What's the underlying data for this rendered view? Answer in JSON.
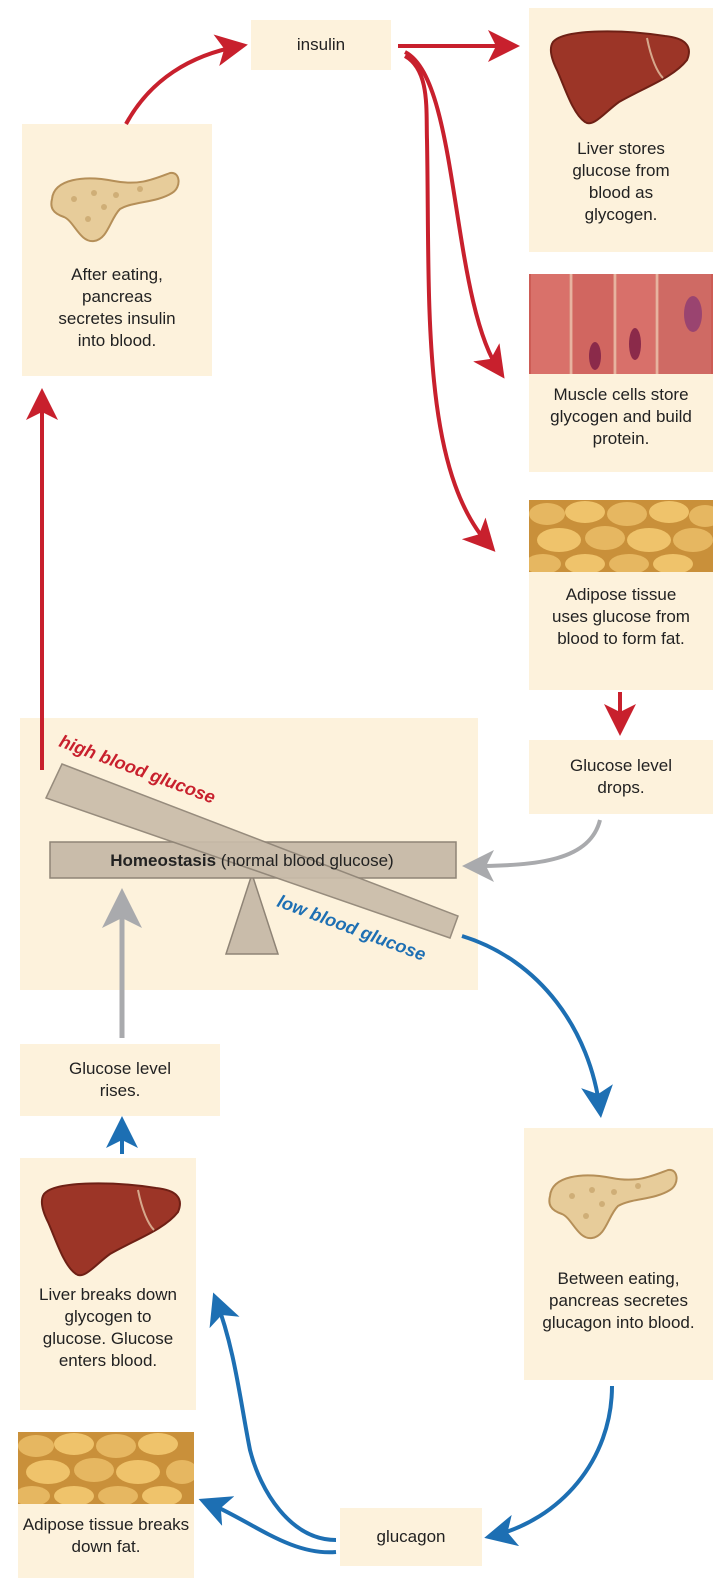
{
  "insulin_label": "insulin",
  "glucagon_label": "glucagon",
  "pancreas_after_eating": "After eating, pancreas secretes insulin into blood.",
  "liver_stores": "Liver stores glucose from blood as glycogen.",
  "muscle_cells": "Muscle cells store glycogen and build protein.",
  "adipose_uses": "Adipose tissue uses glucose from blood to form fat.",
  "glucose_drops": "Glucose level drops.",
  "homeostasis_bold": "Homeostasis",
  "homeostasis_rest": " (normal blood glucose)",
  "high_glucose": "high blood glucose",
  "low_glucose": "low blood glucose",
  "glucose_rises": "Glucose level rises.",
  "liver_breaks": "Liver breaks down glycogen to glucose. Glucose enters blood.",
  "pancreas_between": "Between eating, pancreas secretes glucagon into blood.",
  "adipose_breaks": "Adipose tissue breaks down fat.",
  "colors": {
    "insulin_red": "#c8202d",
    "glucagon_blue": "#1d6fb3",
    "gray": "#a9aaad",
    "box": "#fdf2dc",
    "beam": "#c9bcaa"
  }
}
